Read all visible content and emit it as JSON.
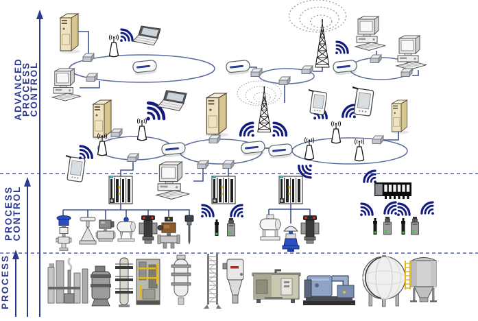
{
  "title": "Process automation network hierarchy diagram",
  "layers": [
    {
      "id": "advanced-process-control",
      "label_lines": [
        "ADVANCED",
        "PROCESS",
        "CONTROL"
      ]
    },
    {
      "id": "process-control",
      "label_lines": [
        "PROCESS",
        "CONTROL"
      ]
    },
    {
      "id": "process",
      "label_lines": [
        "PROCESS"
      ]
    }
  ],
  "colors": {
    "label_text": "#2B3990",
    "arrow": "#2B3990",
    "dashed_divider": "#4A5BA8",
    "network_ring": "#5A6B9E",
    "wired_link": "#41518F",
    "wifi_signal": "#131C7E",
    "server_beige": "#EFE4C2",
    "valve_blue": "#2B4FC0",
    "valve_brown": "#8B5A2B",
    "ladder_yellow": "#E3B61F",
    "compressor_blue": "#8FA3C6",
    "rack_teal_mark": "#00A79D",
    "transmitter_green_led": "#33CC44"
  },
  "equipment": {
    "advanced_process_control_devices": [
      "server",
      "desktop-computer",
      "laptop",
      "pda",
      "wireless-access-point-antenna",
      "router",
      "network-switch",
      "radio-tower",
      "ring-network",
      "radio-wave-field"
    ],
    "process_control_devices": [
      "dcs-controller-rack",
      "engineering-workstation",
      "remote-io-plc",
      "wireless-transmitter",
      "control-valve",
      "diaphragm-valve",
      "transmitter",
      "flow-meter",
      "magnetic-flowmeter",
      "motorized-valve",
      "temperature-sensor",
      "wifi-signal"
    ],
    "process_equipment": [
      "refinery-columns",
      "process-vessel",
      "column-with-platforms",
      "reactor-structure",
      "flanged-vessel",
      "lattice-column",
      "cyclone-separator",
      "chiller-package",
      "compressor-unit",
      "spherical-tank",
      "storage-silo"
    ]
  }
}
